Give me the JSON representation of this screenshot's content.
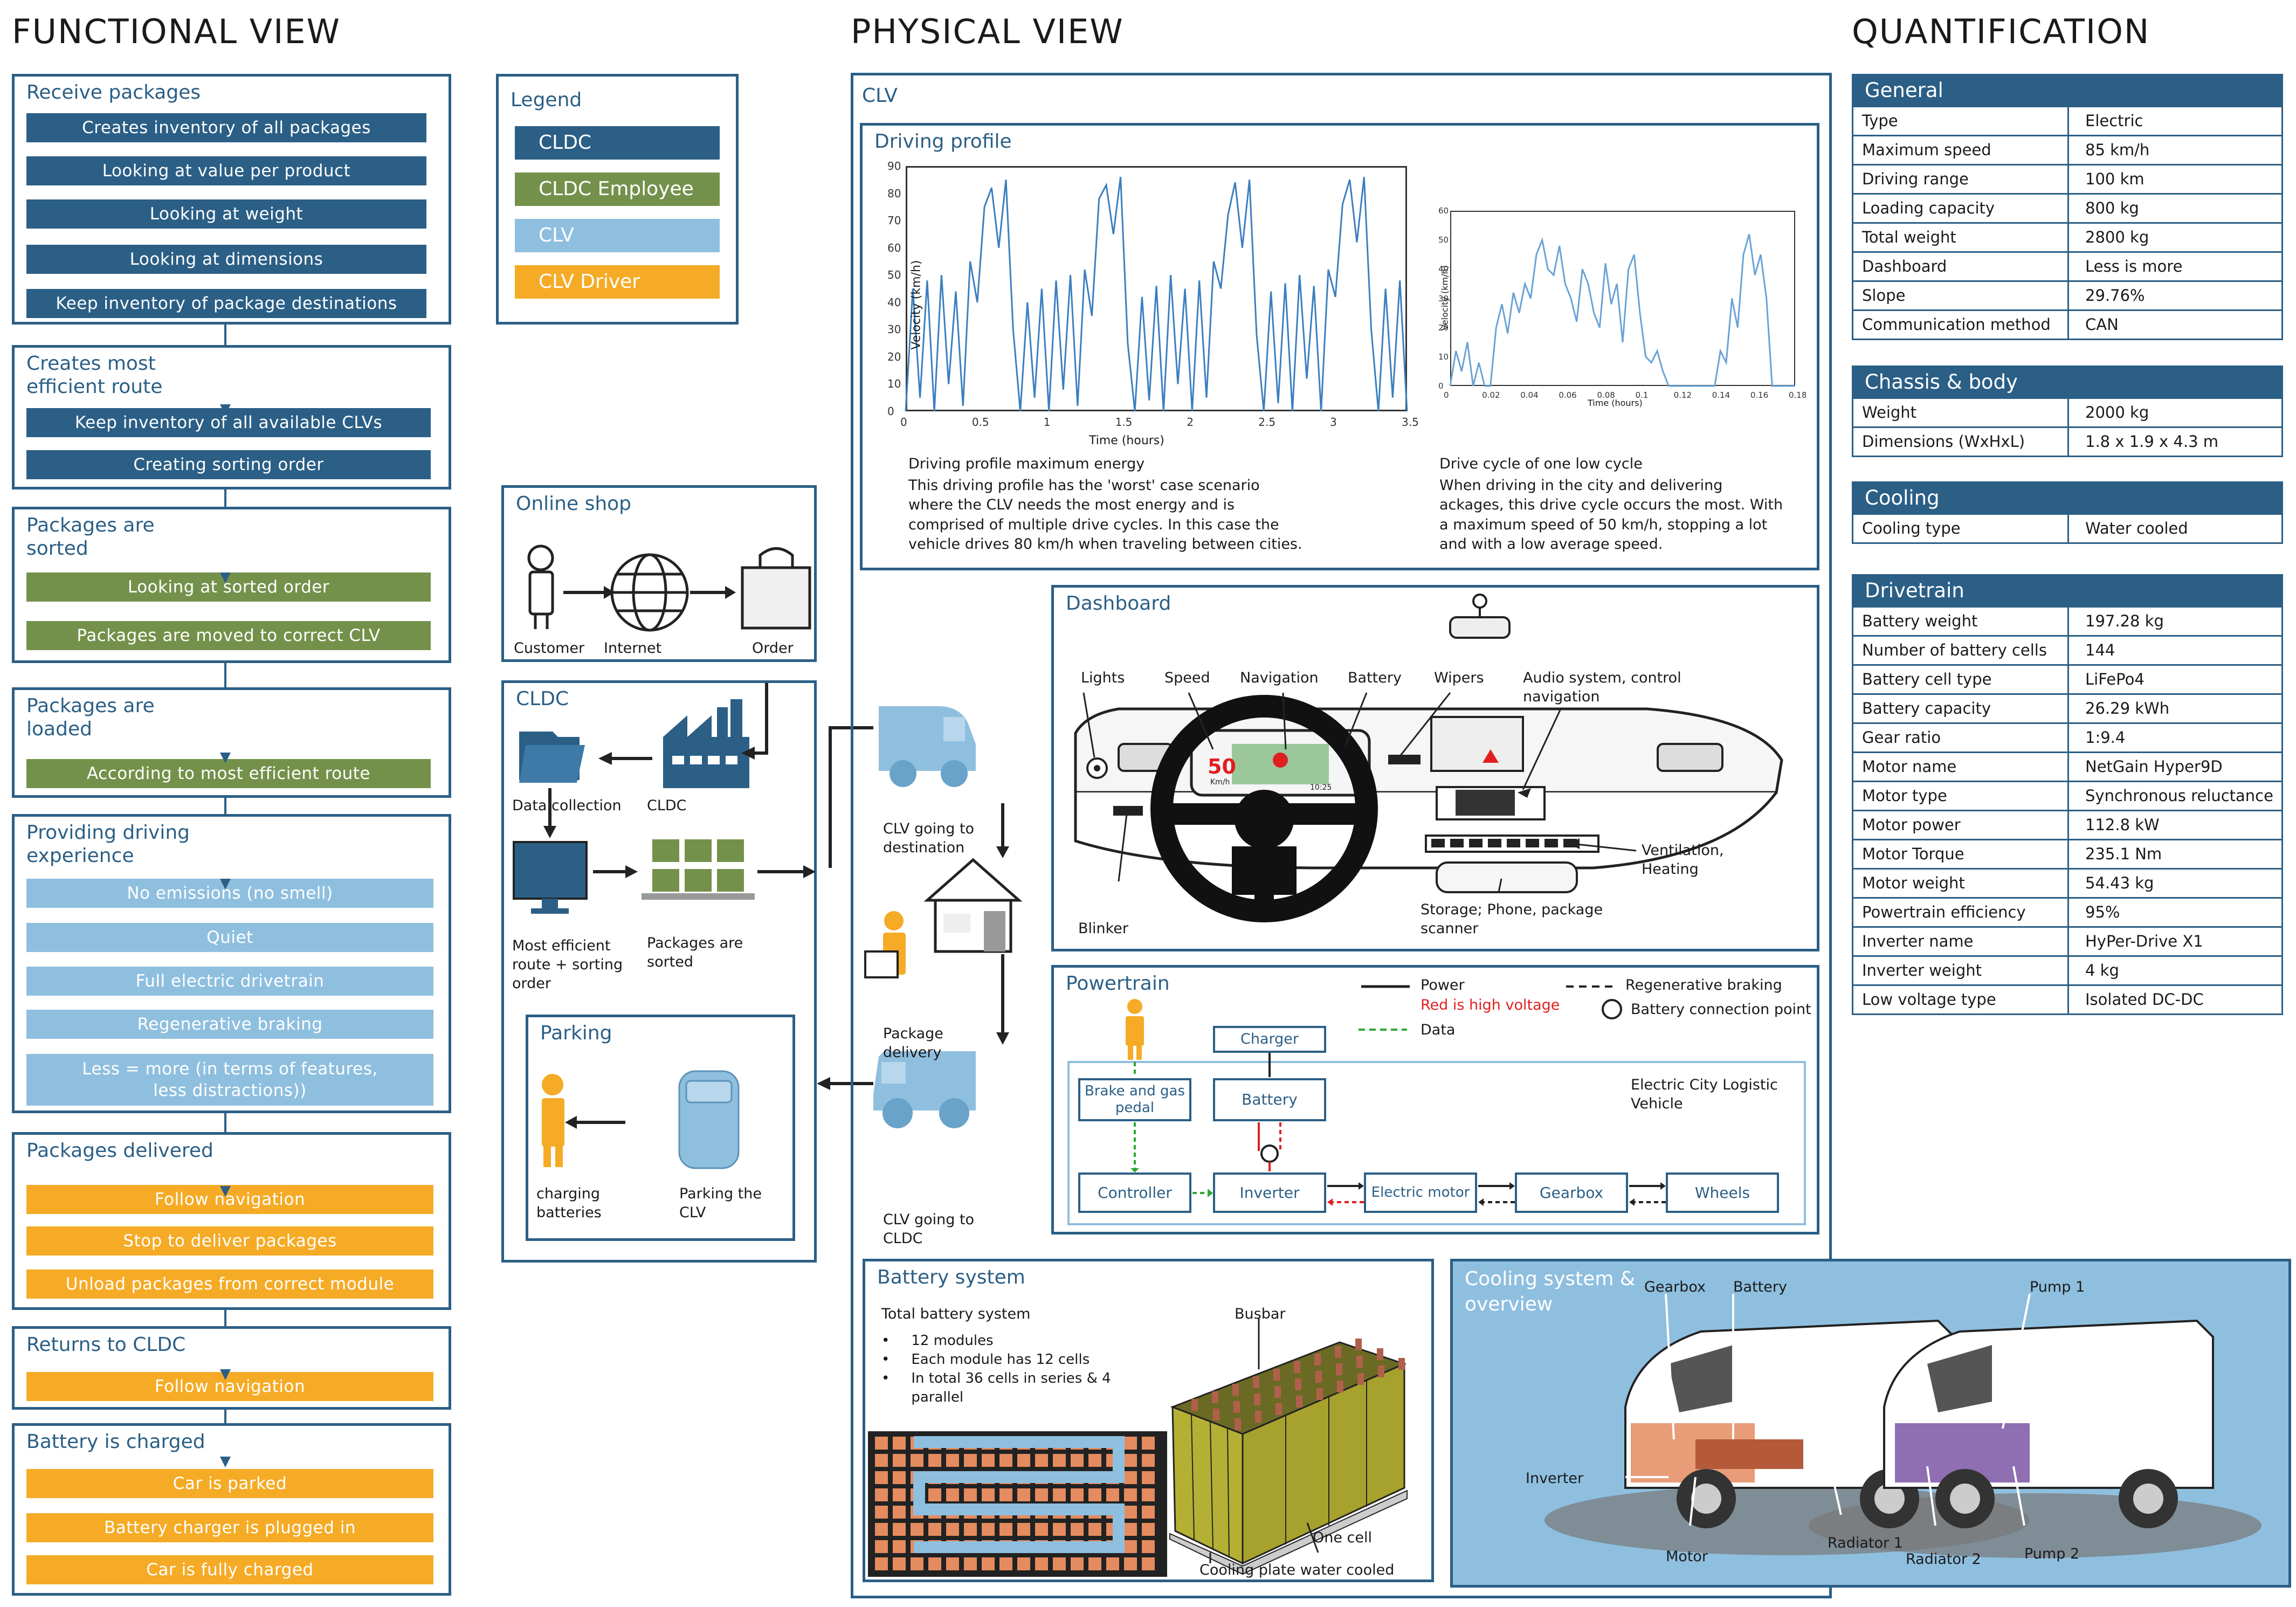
{
  "headings": {
    "functional": "FUNCTIONAL VIEW",
    "physical": "PHYSICAL VIEW",
    "quantification": "QUANTIFICATION"
  },
  "colors": {
    "cldc": "#2b5f86",
    "cldc_employee": "#74914b",
    "clv": "#8fbfdf",
    "clv_driver": "#f5ab26",
    "high_voltage": "#e02020",
    "data_line": "#2fa82f"
  },
  "legend": {
    "title": "Legend",
    "items": [
      "CLDC",
      "CLDC Employee",
      "CLV",
      "CLV Driver"
    ]
  },
  "functional": {
    "groups": [
      {
        "title": "Receive packages",
        "steps": [
          "Creates inventory of all packages",
          "Looking at value per product",
          "Looking at weight",
          "Looking at dimensions",
          "Keep inventory of package destinations"
        ]
      },
      {
        "title": "Creates most efficient route",
        "steps": [
          "Keep inventory of all available CLVs",
          "Creating sorting order"
        ]
      },
      {
        "title": "Packages are sorted",
        "steps": [
          "Looking at sorted order",
          "Packages are moved to correct CLV"
        ]
      },
      {
        "title": "Packages are loaded",
        "steps": [
          "According to most efficient route"
        ]
      },
      {
        "title": "Providing driving experience",
        "steps": [
          "No emissions (no smell)",
          "Quiet",
          "Full electric drivetrain",
          "Regenerative braking",
          "Less = more (in terms of features, less distractions))"
        ]
      },
      {
        "title": "Packages delivered",
        "steps": [
          "Follow navigation",
          "Stop to deliver packages",
          "Unload packages from correct module"
        ]
      },
      {
        "title": "Returns to CLDC",
        "steps": [
          "Follow navigation"
        ]
      },
      {
        "title": "Battery is charged",
        "steps": [
          "Car is parked",
          "Battery charger is plugged in",
          "Car is fully charged"
        ]
      }
    ]
  },
  "physical": {
    "clv_label": "CLV",
    "online_shop": {
      "title": "Online shop",
      "customer": "Customer",
      "internet": "Internet",
      "order": "Order"
    },
    "cldc": {
      "title": "CLDC",
      "data_collection": "Data collection",
      "cldc_label": "CLDC",
      "route": "Most efficient route + sorting order",
      "sorted": "Packages are sorted"
    },
    "parking": {
      "title": "Parking",
      "charging": "charging batteries",
      "parking": "Parking the CLV"
    },
    "flow": {
      "to_destination": "CLV going to destination",
      "delivery": "Package delivery",
      "to_cldc": "CLV going to CLDC"
    },
    "driving_profile": {
      "title": "Driving profile",
      "left_caption_title": "Driving profile maximum energy",
      "left_caption": "This driving profile has the 'worst' case scenario where the CLV needs the most energy and is comprised of multiple drive cycles. In this case the vehicle drives 80 km/h when traveling between cities.",
      "right_caption_title": "Drive cycle of one low cycle",
      "right_caption": "When driving in the city and delivering ackages, this drive cycle occurs the most. With a maximum speed of 50 km/h, stopping a lot and with a low average speed."
    },
    "dashboard": {
      "title": "Dashboard",
      "lights": "Lights",
      "speed": "Speed",
      "navigation": "Navigation",
      "battery": "Battery",
      "wipers": "Wipers",
      "audio": "Audio system, control navigation",
      "ventilation": "Ventilation, Heating",
      "storage": "Storage; Phone, package scanner",
      "blinker": "Blinker",
      "speed_value": "50",
      "speed_unit": "Km/h",
      "clock": "10:25"
    },
    "powertrain": {
      "title": "Powertrain",
      "legend_power": "Power",
      "legend_hv": "Red is high voltage",
      "legend_data": "Data",
      "legend_regen": "Regenerative braking",
      "legend_batt": "Battery connection point",
      "vehicle": "Electric City Logistic Vehicle",
      "charger": "Charger",
      "pedal": "Brake and gas pedal",
      "battery": "Battery",
      "controller": "Controller",
      "inverter": "Inverter",
      "motor": "Electric motor",
      "gearbox": "Gearbox",
      "wheels": "Wheels"
    },
    "battery_system": {
      "title": "Battery system",
      "subtitle": "Total battery system",
      "bullets": [
        "12 modules",
        "Each module has 12 cells",
        "In total 36 cells in series & 4 parallel"
      ],
      "busbar": "Busbar",
      "one_cell": "One cell",
      "cooling_plate": "Cooling plate water cooled"
    },
    "cooling": {
      "title": "Cooling system & overview",
      "gearbox": "Gearbox",
      "battery": "Battery",
      "pump1": "Pump 1",
      "inverter": "Inverter",
      "motor": "Motor",
      "radiator1": "Radiator 1",
      "radiator2": "Radiator 2",
      "pump2": "Pump 2"
    }
  },
  "chart_data": [
    {
      "type": "line",
      "title": "",
      "xlabel": "Time (hours)",
      "ylabel": "Velocity (km/h)",
      "xlim": [
        0,
        3.5
      ],
      "ylim": [
        0,
        90
      ],
      "xticks": [
        "0",
        "0.5",
        "1",
        "1.5",
        "2",
        "2.5",
        "3",
        "3.5"
      ],
      "yticks": [
        "0",
        "10",
        "20",
        "30",
        "40",
        "50",
        "60",
        "70",
        "80",
        "90"
      ],
      "x": [
        0,
        0.05,
        0.1,
        0.15,
        0.2,
        0.25,
        0.3,
        0.35,
        0.4,
        0.45,
        0.5,
        0.55,
        0.6,
        0.65,
        0.7,
        0.75,
        0.8,
        0.85,
        0.9,
        0.95,
        1.0,
        1.05,
        1.1,
        1.15,
        1.2,
        1.25,
        1.3,
        1.35,
        1.4,
        1.45,
        1.5,
        1.55,
        1.6,
        1.65,
        1.7,
        1.75,
        1.8,
        1.85,
        1.9,
        1.95,
        2.0,
        2.05,
        2.1,
        2.15,
        2.2,
        2.25,
        2.3,
        2.35,
        2.4,
        2.45,
        2.5,
        2.55,
        2.6,
        2.65,
        2.7,
        2.75,
        2.8,
        2.85,
        2.9,
        2.95,
        3.0,
        3.05,
        3.1,
        3.15,
        3.2,
        3.25,
        3.3,
        3.35,
        3.4,
        3.45,
        3.5
      ],
      "y": [
        0,
        45,
        5,
        48,
        0,
        50,
        10,
        44,
        2,
        55,
        40,
        75,
        82,
        60,
        85,
        30,
        0,
        40,
        5,
        45,
        0,
        48,
        8,
        50,
        2,
        52,
        35,
        78,
        83,
        65,
        86,
        25,
        0,
        42,
        4,
        46,
        0,
        50,
        10,
        45,
        0,
        48,
        5,
        55,
        45,
        72,
        84,
        60,
        85,
        28,
        0,
        44,
        3,
        47,
        0,
        50,
        12,
        46,
        0,
        52,
        42,
        76,
        85,
        62,
        86,
        30,
        0,
        45,
        5,
        48,
        0
      ]
    },
    {
      "type": "line",
      "title": "",
      "xlabel": "Time (hours)",
      "ylabel": "Velocity (km/h)",
      "xlim": [
        0,
        0.18
      ],
      "ylim": [
        0,
        60
      ],
      "xticks": [
        "0",
        "0.02",
        "0.04",
        "0.06",
        "0.08",
        "0.1",
        "0.12",
        "0.14",
        "0.16",
        "0.18"
      ],
      "yticks": [
        "0",
        "10",
        "20",
        "30",
        "40",
        "50",
        "60"
      ],
      "x": [
        0,
        0.003,
        0.006,
        0.009,
        0.012,
        0.015,
        0.018,
        0.021,
        0.024,
        0.027,
        0.03,
        0.033,
        0.036,
        0.039,
        0.042,
        0.045,
        0.048,
        0.051,
        0.054,
        0.057,
        0.06,
        0.063,
        0.066,
        0.069,
        0.072,
        0.075,
        0.078,
        0.081,
        0.084,
        0.087,
        0.09,
        0.093,
        0.096,
        0.099,
        0.102,
        0.105,
        0.108,
        0.111,
        0.114,
        0.117,
        0.12,
        0.123,
        0.126,
        0.129,
        0.132,
        0.135,
        0.138,
        0.141,
        0.144,
        0.147,
        0.15,
        0.153,
        0.156,
        0.159,
        0.162,
        0.165,
        0.168,
        0.171,
        0.174,
        0.177,
        0.18
      ],
      "y": [
        0,
        12,
        5,
        15,
        0,
        8,
        0,
        0,
        20,
        28,
        18,
        32,
        25,
        35,
        30,
        45,
        50,
        40,
        38,
        48,
        35,
        30,
        22,
        40,
        35,
        25,
        20,
        42,
        28,
        35,
        15,
        40,
        45,
        25,
        10,
        8,
        12,
        5,
        0,
        0,
        0,
        0,
        0,
        0,
        0,
        0,
        0,
        12,
        8,
        30,
        20,
        45,
        52,
        38,
        45,
        30,
        0,
        0,
        0,
        0,
        0
      ]
    }
  ],
  "quantification": {
    "tables": [
      {
        "title": "General",
        "rows": [
          [
            "Type",
            "Electric"
          ],
          [
            "Maximum speed",
            "85 km/h"
          ],
          [
            "Driving range",
            "100 km"
          ],
          [
            "Loading capacity",
            "800 kg"
          ],
          [
            "Total weight",
            "2800 kg"
          ],
          [
            "Dashboard",
            "Less is more"
          ],
          [
            "Slope",
            "29.76%"
          ],
          [
            "Communication method",
            "CAN"
          ]
        ]
      },
      {
        "title": "Chassis & body",
        "rows": [
          [
            "Weight",
            "2000 kg"
          ],
          [
            "Dimensions (WxHxL)",
            "1.8 x 1.9 x 4.3 m"
          ]
        ]
      },
      {
        "title": "Cooling",
        "rows": [
          [
            "Cooling type",
            "Water cooled"
          ]
        ]
      },
      {
        "title": "Drivetrain",
        "rows": [
          [
            "Battery weight",
            "197.28 kg"
          ],
          [
            "Number of battery cells",
            "144"
          ],
          [
            "Battery cell type",
            "LiFePo4"
          ],
          [
            "Battery capacity",
            "26.29 kWh"
          ],
          [
            "Gear ratio",
            "1:9.4"
          ],
          [
            "Motor name",
            "NetGain Hyper9D"
          ],
          [
            "Motor type",
            "Synchronous reluctance"
          ],
          [
            "Motor power",
            "112.8 kW"
          ],
          [
            "Motor Torque",
            "235.1 Nm"
          ],
          [
            "Motor weight",
            "54.43 kg"
          ],
          [
            "Powertrain efficiency",
            "95%"
          ],
          [
            "Inverter name",
            "HyPer-Drive X1"
          ],
          [
            "Inverter weight",
            "4 kg"
          ],
          [
            "Low voltage type",
            "Isolated DC-DC"
          ]
        ]
      }
    ]
  }
}
